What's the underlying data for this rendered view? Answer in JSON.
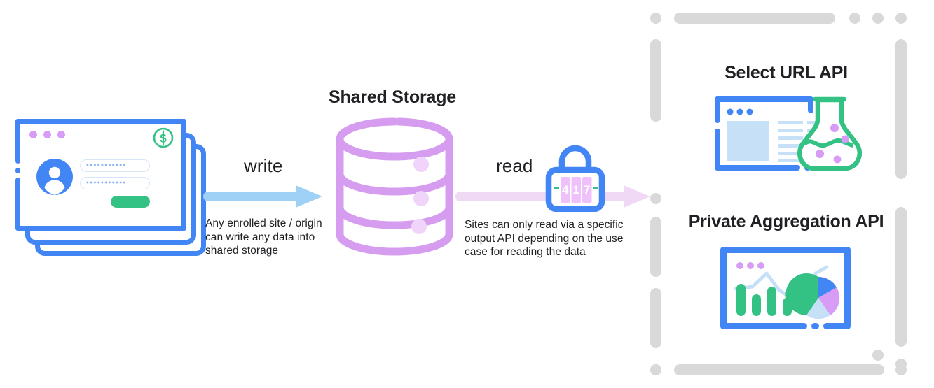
{
  "diagram": {
    "title_shared_storage": "Shared Storage",
    "flows": [
      {
        "id": "write",
        "label": "write",
        "caption": "Any enrolled site / origin can write any data into shared storage",
        "arrow_color": "#9fd0f5"
      },
      {
        "id": "read",
        "label": "read",
        "caption": "Sites can only read via a specific output API depending on the use case for reading the data",
        "arrow_color": "#f0d9f5"
      }
    ],
    "padlock": {
      "combination": "417",
      "digits": [
        "4",
        "1",
        "7"
      ]
    },
    "source": {
      "window_dots_count": 3,
      "field_mask": "•••••••••••",
      "badge_symbol": "$"
    },
    "api_panel": {
      "items": [
        {
          "title": "Select URL API",
          "icon": "browser-flask-icon"
        },
        {
          "title": "Private Aggregation API",
          "icon": "chart-dashboard-icon"
        }
      ]
    },
    "colors": {
      "blue": "#4285f4",
      "light_blue": "#9fd0f5",
      "pale_blue": "#c5e0f7",
      "green": "#34c184",
      "purple": "#d79cf5",
      "light_purple": "#f0d9f5",
      "storage_purple": "#d59cf0",
      "dash_gray": "#d9d9d9",
      "text": "#202124"
    },
    "chart_icon": {
      "bars": [
        4,
        2.6,
        3.6,
        2.2
      ],
      "pie_slices": [
        {
          "color": "#34c184",
          "portion": 0.45
        },
        {
          "color": "#4285f4",
          "portion": 0.17
        },
        {
          "color": "#d79cf5",
          "portion": 0.2
        },
        {
          "color": "#c5e0f7",
          "portion": 0.18
        }
      ]
    }
  }
}
